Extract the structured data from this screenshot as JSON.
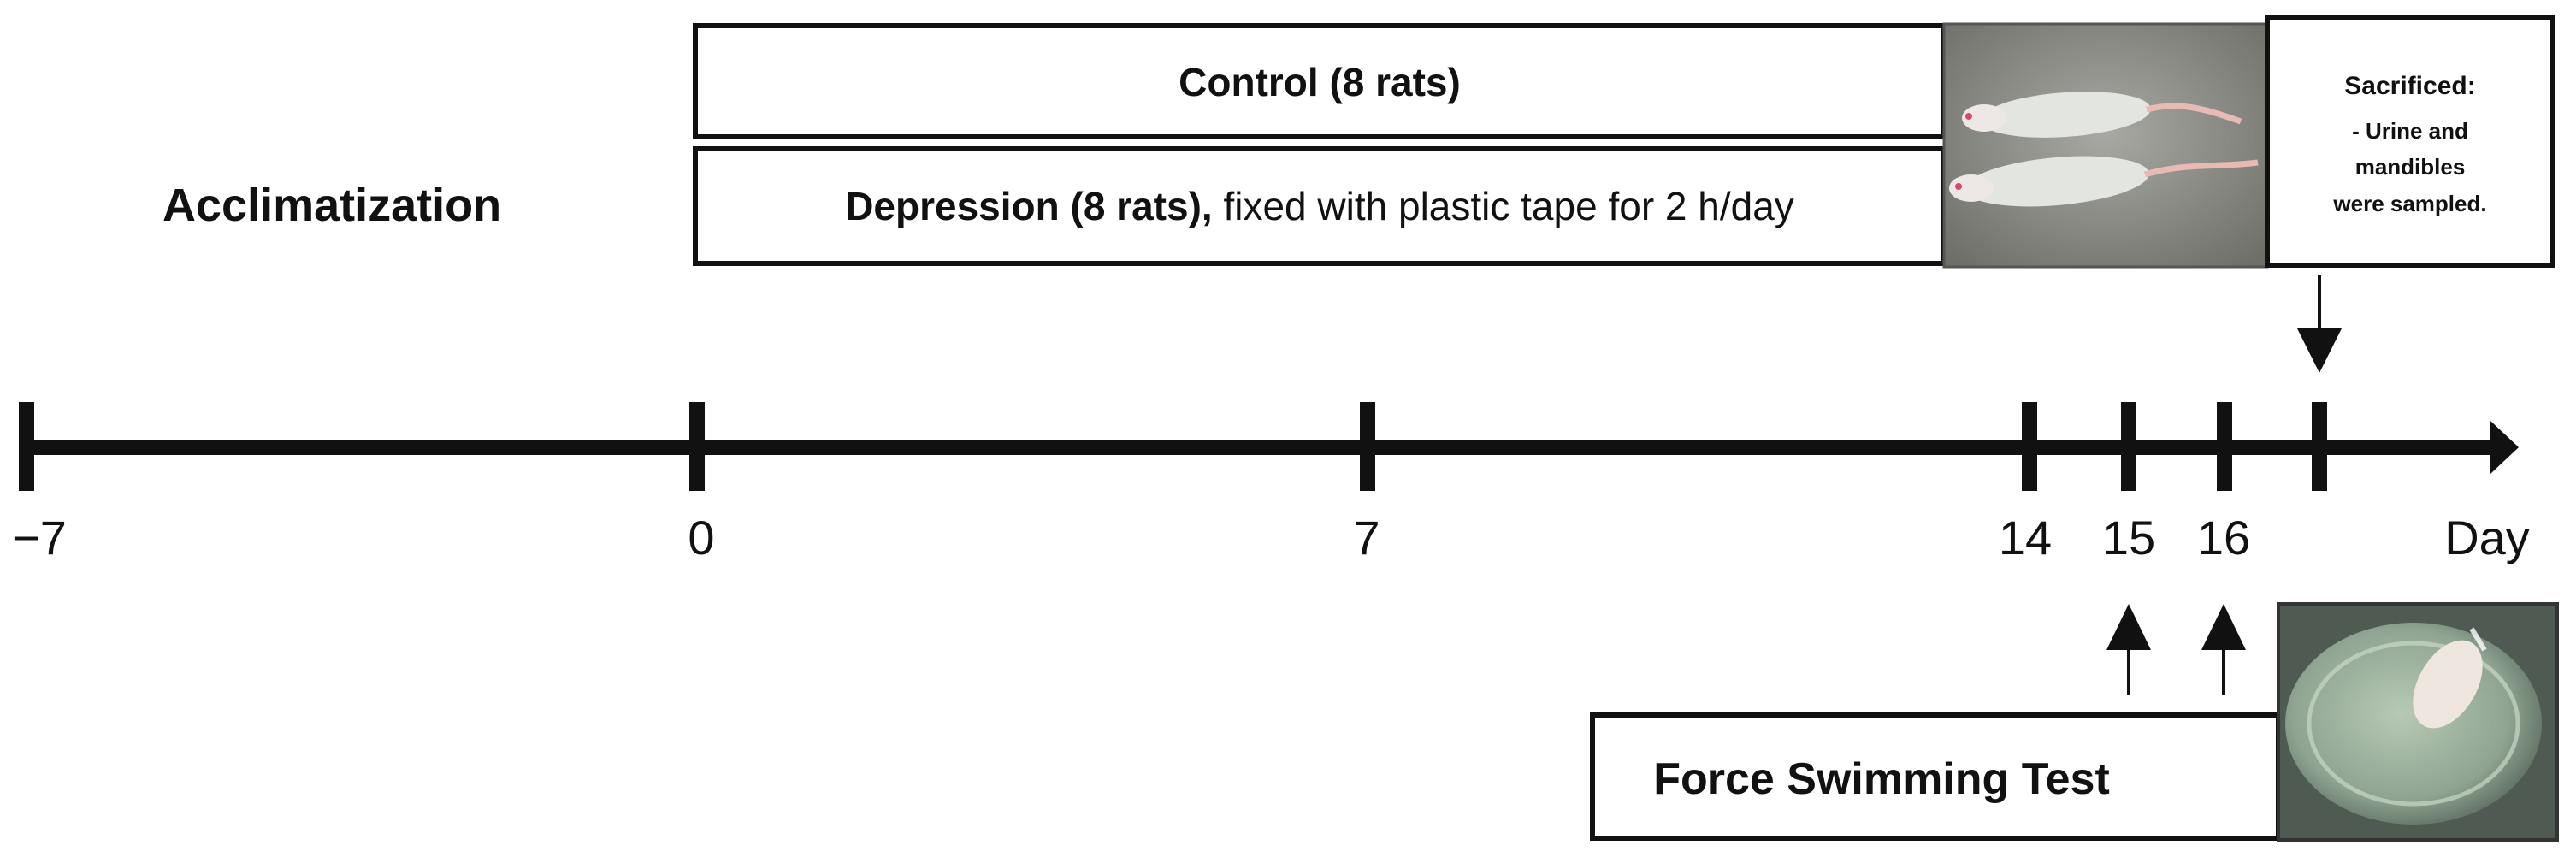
{
  "acclimatization": {
    "label": "Acclimatization"
  },
  "groups": {
    "control": {
      "label": "Control (8 rats)"
    },
    "depression": {
      "label_bold": "Depression (8 rats),",
      "label_rest": " fixed with plastic tape for 2 h/day"
    }
  },
  "sacrifice": {
    "title": "Sacrificed:",
    "lines": [
      "- Urine  and",
      "mandibles",
      "were  sampled."
    ]
  },
  "timeline": {
    "ticks": [
      "−7",
      "0",
      "7",
      "14",
      "15",
      "16"
    ],
    "unit_label": "Day"
  },
  "fst": {
    "label": "Force Swimming  Test"
  },
  "images": {
    "rats": "restrained-rats-photo",
    "swim": "swimming-rat-photo"
  },
  "colors": {
    "line": "#111111",
    "photo_bg": "#8e8e88",
    "water": "#9fb8a2"
  }
}
